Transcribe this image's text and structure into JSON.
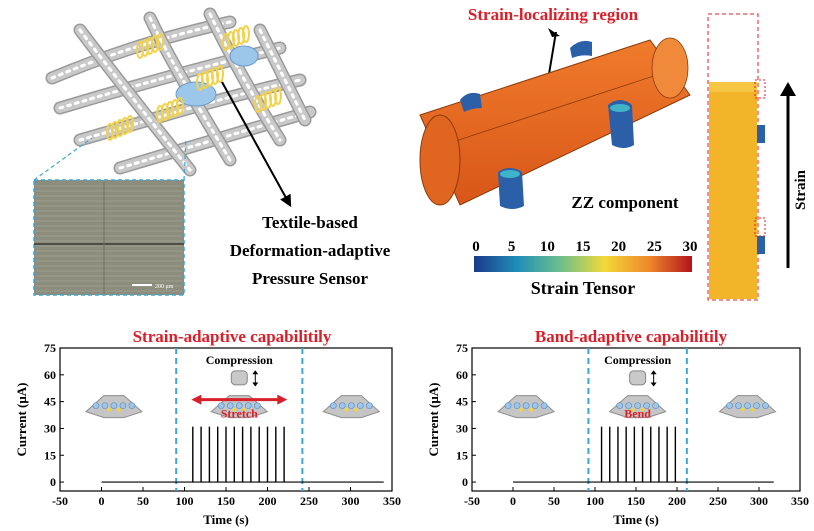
{
  "top_left": {
    "caption_lines": [
      "Textile-based",
      "Deformation-adaptive",
      "Pressure Sensor"
    ],
    "scale_bar_label": "200 μm",
    "colors": {
      "fiber": "#c9c9c9",
      "coil": "#f1d24a",
      "sensor": "#9cc6ea",
      "inset_frame": "#3aa7d6"
    }
  },
  "top_right": {
    "region_label": "Strain-localizing region",
    "component_label": "ZZ component",
    "colorbar": {
      "title": "Strain Tensor",
      "ticks": [
        "0",
        "5",
        "10",
        "15",
        "20",
        "25",
        "30"
      ]
    },
    "side_label": "Strain",
    "colors": {
      "body": "#e86a20",
      "pads": "#2b5fa8",
      "side_body": "#f2b52a",
      "label": "#d8202a"
    }
  },
  "panels": [
    {
      "title": "Strain-adaptive capabilitily",
      "compression_label": "Compression",
      "deform_label": "Stretch",
      "chart_data": {
        "type": "line",
        "xlabel": "Time (s)",
        "ylabel": "Current (μA)",
        "xlim": [
          -50,
          350
        ],
        "ylim": [
          -5,
          75
        ],
        "xticks": [
          "-50",
          "0",
          "50",
          "100",
          "150",
          "200",
          "250",
          "300",
          "350"
        ],
        "yticks": [
          "0",
          "15",
          "30",
          "45",
          "60",
          "75"
        ],
        "baseline_x": [
          0,
          340
        ],
        "baseline_y": 0,
        "pulse_x": [
          110,
          120,
          130,
          140,
          150,
          160,
          170,
          180,
          190,
          200,
          210,
          220
        ],
        "pulse_y": 31,
        "window_x": [
          90,
          242
        ]
      }
    },
    {
      "title": "Band-adaptive capabilitily",
      "compression_label": "Compression",
      "deform_label": "Bend",
      "chart_data": {
        "type": "line",
        "xlabel": "Time (s)",
        "ylabel": "Current (μA)",
        "xlim": [
          -50,
          350
        ],
        "ylim": [
          -5,
          75
        ],
        "xticks": [
          "-50",
          "0",
          "50",
          "100",
          "150",
          "200",
          "250",
          "300",
          "350"
        ],
        "yticks": [
          "0",
          "15",
          "30",
          "45",
          "60",
          "75"
        ],
        "baseline_x": [
          0,
          318
        ],
        "baseline_y": 0,
        "pulse_x": [
          108,
          118,
          128,
          138,
          148,
          158,
          168,
          178,
          188,
          198
        ],
        "pulse_y": 31,
        "window_x": [
          92,
          212
        ]
      }
    }
  ]
}
